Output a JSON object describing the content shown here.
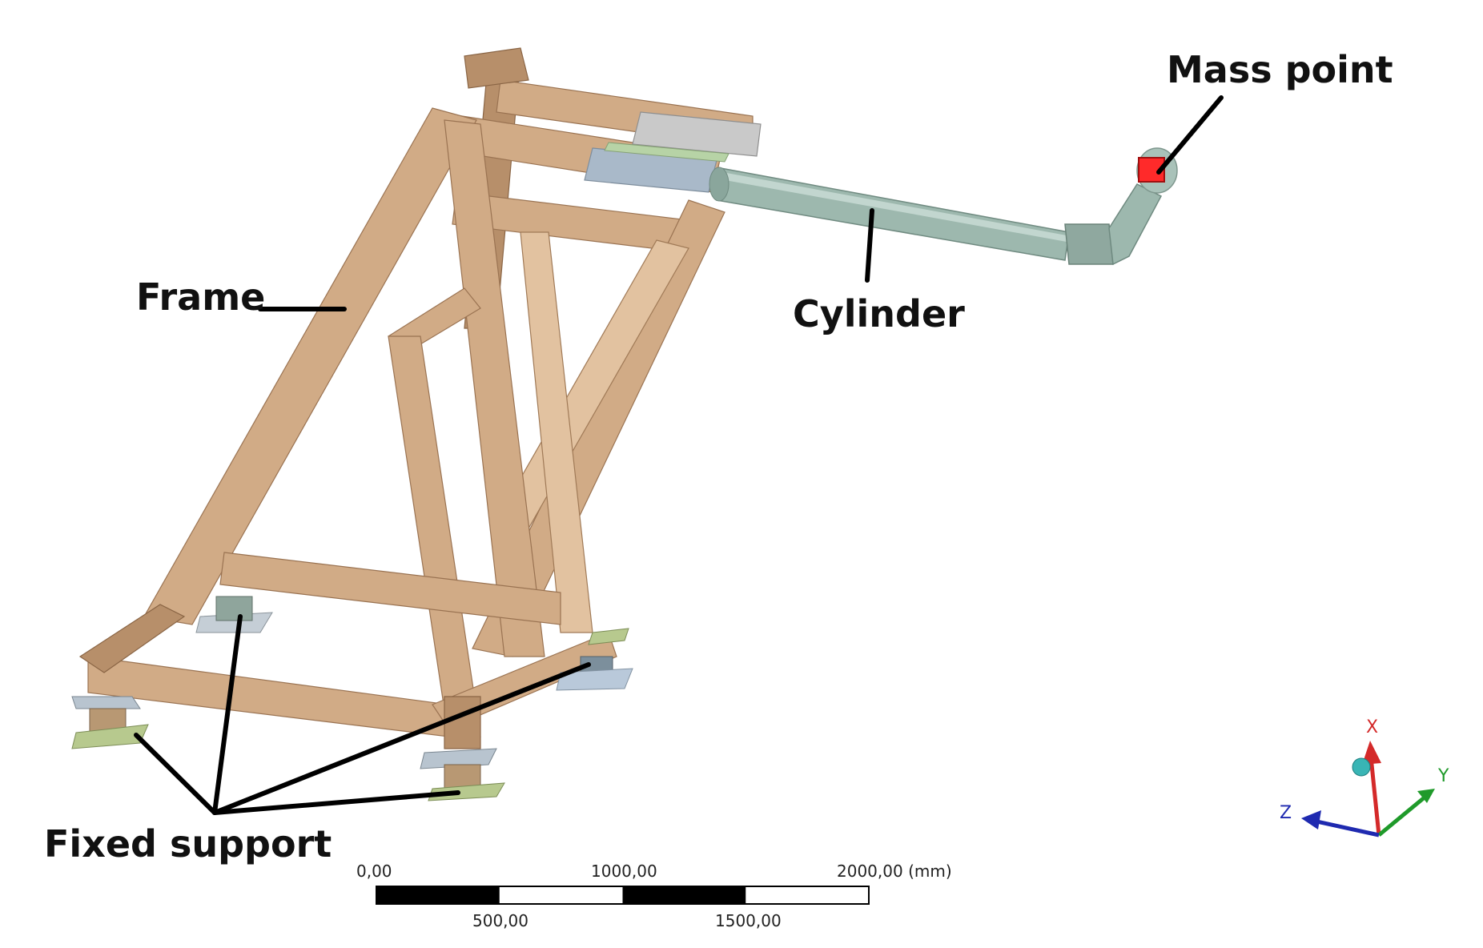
{
  "labels": {
    "frame": "Frame",
    "cylinder": "Cylinder",
    "mass_point": "Mass point",
    "fixed_support": "Fixed support"
  },
  "scale_bar": {
    "top_ticks": [
      "0,00",
      "1000,00",
      "2000,00 (mm)"
    ],
    "bottom_ticks": [
      "500,00",
      "1500,00"
    ]
  },
  "triad": {
    "x": "X",
    "y": "Y",
    "z": "Z"
  },
  "colors": {
    "frame": "#d1ab86",
    "cylinder": "#9db8ae",
    "mass_point": "#ff2a2a",
    "triad_x": "#d42a2a",
    "triad_y": "#1f9a2a",
    "triad_z": "#1f2ab0"
  }
}
